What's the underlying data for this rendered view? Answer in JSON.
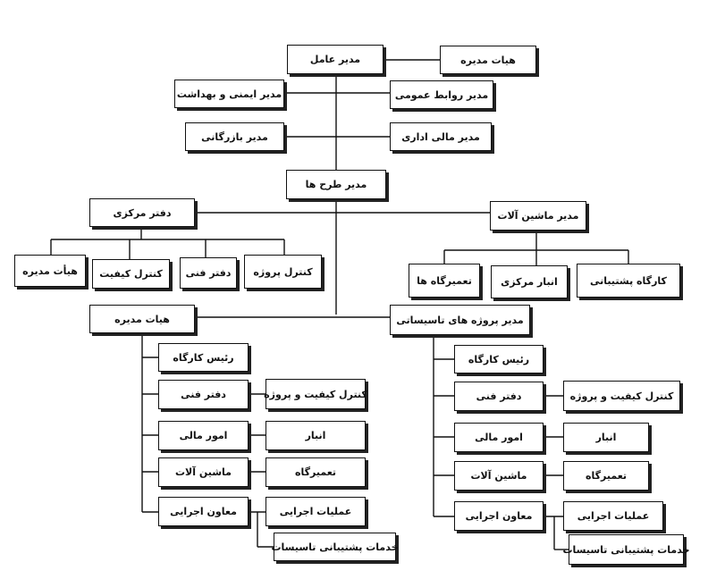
{
  "top": {
    "ceo": "مدیر عامل",
    "board": "هیات مدیره",
    "safety": "مدیر ایمنی و بهداشت",
    "pr": "مدیر روابط عمومی",
    "commerce": "مدیر بازرگانی",
    "finance": "مدیر مالی اداری",
    "plans": "مدیر طرح ها"
  },
  "central_office": {
    "title": "دفتر مرکزی",
    "children": [
      "هیأت مدیره",
      "کنترل کیفیت",
      "دفتر فنی",
      "کنترل پروژه"
    ]
  },
  "machinery": {
    "title": "مدیر ماشین آلات",
    "children": [
      "تعمیرگاه ها",
      "انبار مرکزی",
      "کارگاه پشتیبانی"
    ]
  },
  "left_branch": {
    "title": "هیات مدیره",
    "site_chief": "رئیس کارگاه",
    "tech_office": "دفتر فنی",
    "quality_project": "کنترل کیفیت و پروژه",
    "finance": "امور مالی",
    "warehouse": "انبار",
    "machinery": "ماشین آلات",
    "workshop": "تعمیرگاه",
    "exec_deputy": "معاون اجرایی",
    "operations": "عملیات اجرایی",
    "support_services": "خدمات پشتیبانی تاسیسات"
  },
  "right_branch": {
    "title": "مدیر پروژه های تاسیساتی",
    "site_chief": "رئیس کارگاه",
    "tech_office": "دفتر فنی",
    "quality_project": "کنترل کیفیت و پروژه",
    "finance": "امور مالی",
    "warehouse": "انبار",
    "machinery": "ماشین آلات",
    "workshop": "تعمیرگاه",
    "exec_deputy": "معاون اجرایی",
    "operations": "عملیات اجرایی",
    "support_services": "خدمات پشتیبانی تاسیسات"
  }
}
